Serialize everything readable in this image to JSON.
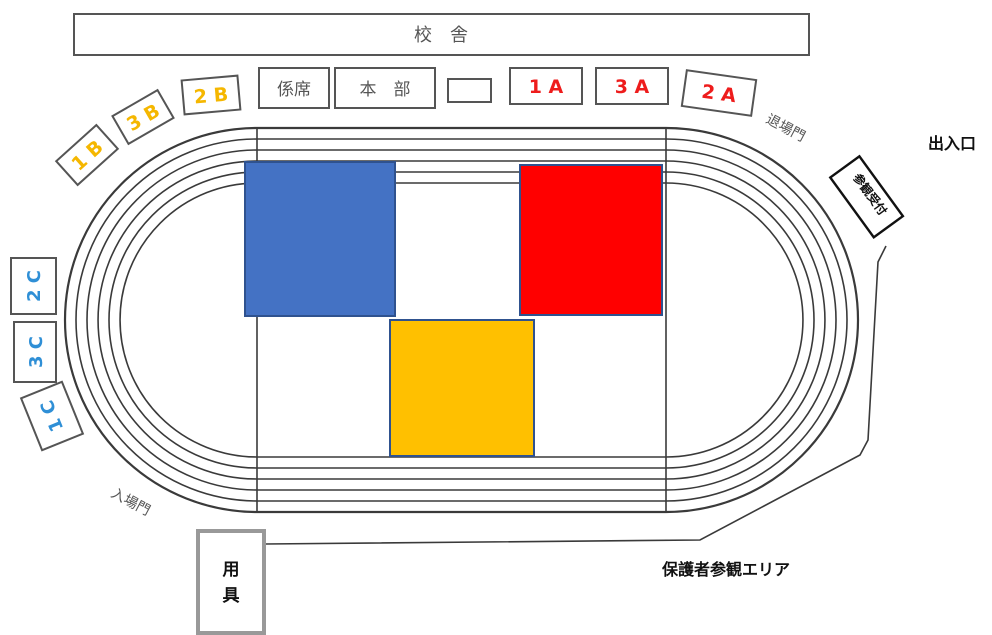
{
  "map": {
    "school_building": "校　舎",
    "staff_seats": "係席",
    "headquarters": "本　部",
    "exit_gate": "退場門",
    "entrance_gate": "入場門",
    "entrance_exit": "出入口",
    "visitor_reception": "参観受付",
    "guardian_area": "保護者参観エリア",
    "equipment": [
      "用",
      "具"
    ],
    "seats": {
      "1A": "1 A",
      "2A": "2 A",
      "3A": "3 A",
      "1B": "1 B",
      "2B": "2 B",
      "3B": "3 B",
      "1C": "1 C",
      "2C": "2 C",
      "3C": "3 C"
    },
    "zone_colors": {
      "blue": "#4472c4",
      "red": "#ff0000",
      "yellow": "#ffc000"
    }
  }
}
